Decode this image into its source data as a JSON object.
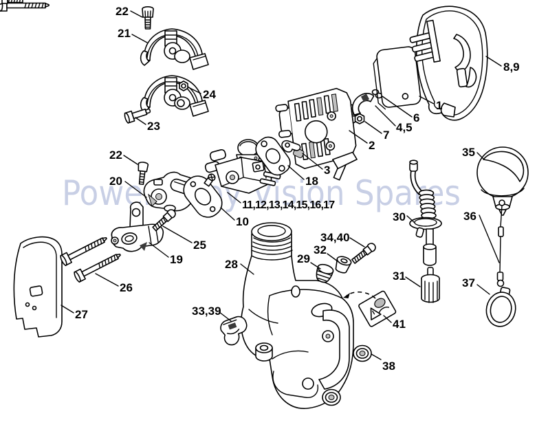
{
  "watermark": {
    "text": "Powered by Vision Spares",
    "color": "#c3cae3"
  },
  "diagram": {
    "type": "exploded-parts-diagram",
    "background": "#ffffff",
    "line_color": "#000000"
  },
  "callouts": [
    {
      "label": "22",
      "part": "clutch-screw"
    },
    {
      "label": "21",
      "part": "clutch-assembly"
    },
    {
      "label": "24",
      "part": "hex-nut"
    },
    {
      "label": "23",
      "part": "hex-bolt"
    },
    {
      "label": "22",
      "part": "pan-screw"
    },
    {
      "label": "20",
      "part": "engine-pan"
    },
    {
      "label": "8,9",
      "part": "air-filter-cover"
    },
    {
      "label": "1",
      "part": "filter-element"
    },
    {
      "label": "6",
      "part": "washer"
    },
    {
      "label": "4,5",
      "part": "filter-clamp"
    },
    {
      "label": "7",
      "part": "collar-nut"
    },
    {
      "label": "2",
      "part": "air-filter-base"
    },
    {
      "label": "3",
      "part": "choke-lever"
    },
    {
      "label": "18",
      "part": "carburetor-gasket"
    },
    {
      "label": "11,12,13,14,15,16,17",
      "part": "carburetor"
    },
    {
      "label": "10",
      "part": "manifold-gasket"
    },
    {
      "label": "35",
      "part": "fuel-cap"
    },
    {
      "label": "30",
      "part": "tank-vent"
    },
    {
      "label": "36",
      "part": "cap-retainer"
    },
    {
      "label": "25",
      "part": "manifold-screw"
    },
    {
      "label": "19",
      "part": "intake-manifold"
    },
    {
      "label": "28",
      "part": "fuel-tank"
    },
    {
      "label": "26",
      "part": "tank-bolts"
    },
    {
      "label": "27",
      "part": "baffle-plate"
    },
    {
      "label": "34,40",
      "part": "tank-screw"
    },
    {
      "label": "32",
      "part": "bushing"
    },
    {
      "label": "29",
      "part": "ribbed-plug"
    },
    {
      "label": "31",
      "part": "fuel-filter"
    },
    {
      "label": "37",
      "part": "retainer-loop"
    },
    {
      "label": "33,39",
      "part": "hose-clip"
    },
    {
      "label": "41",
      "part": "warning-label"
    },
    {
      "label": "38",
      "part": "mounting-grommet"
    }
  ]
}
